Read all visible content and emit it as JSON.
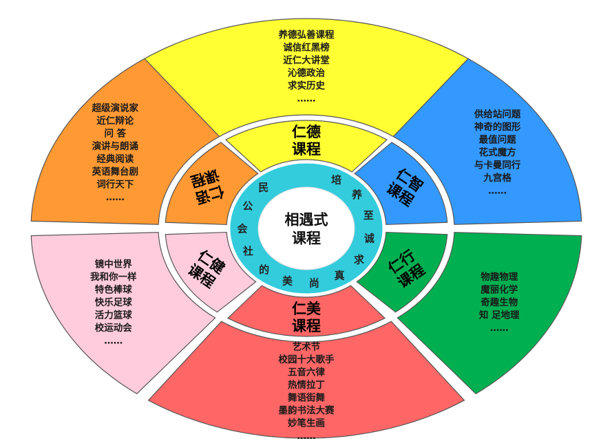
{
  "center": {
    "lines": [
      "相遇式",
      "课程"
    ]
  },
  "ring_text": "培养至诚求真尚美的社会公民",
  "segments": [
    {
      "id": "ren-de",
      "title": [
        "仁德",
        "课程"
      ],
      "color": "#ffff33",
      "items": [
        "养德弘善课程",
        "诚信红黑榜",
        "近仁大讲堂",
        "沁德政治",
        "求实历史",
        "……"
      ]
    },
    {
      "id": "ren-zhi",
      "title": [
        "仁智",
        "课程"
      ],
      "color": "#3399ff",
      "items": [
        "供给站问题",
        "神奇的图形",
        "最值问题",
        "花式魔方",
        "与卡曼同行",
        "九宫格",
        "……"
      ]
    },
    {
      "id": "ren-xing",
      "title": [
        "仁行",
        "课程"
      ],
      "color": "#00b050",
      "items": [
        "物趣物理",
        "魔丽化学",
        "奇趣生物",
        "知 足地理",
        "……"
      ]
    },
    {
      "id": "ren-mei",
      "title": [
        "仁美",
        "课程"
      ],
      "color": "#ff6666",
      "items": [
        "艺术节",
        "校园十大歌手",
        "五音六律",
        "热情拉丁",
        "舞语街舞",
        "墨韵书法大赛",
        "妙笔生画",
        "……"
      ]
    },
    {
      "id": "ren-jian",
      "title": [
        "仁健",
        "课程"
      ],
      "color": "#ffccdd",
      "items": [
        "镜中世界",
        "我和你一样",
        "特色棒球",
        "快乐足球",
        "活力篮球",
        "校运动会",
        "……"
      ]
    },
    {
      "id": "ren-yu",
      "title": [
        "仁语",
        "课程"
      ],
      "color": "#ff9933",
      "items": [
        "超级演说家",
        "近仁辩论",
        "问 答",
        "演讲与朗诵",
        "经典阅读",
        "英语舞台剧",
        "词行天下",
        "……"
      ]
    }
  ],
  "colors": {
    "ring": "#33ccdd",
    "center": "#ffffff",
    "stroke": "#ffffff"
  }
}
